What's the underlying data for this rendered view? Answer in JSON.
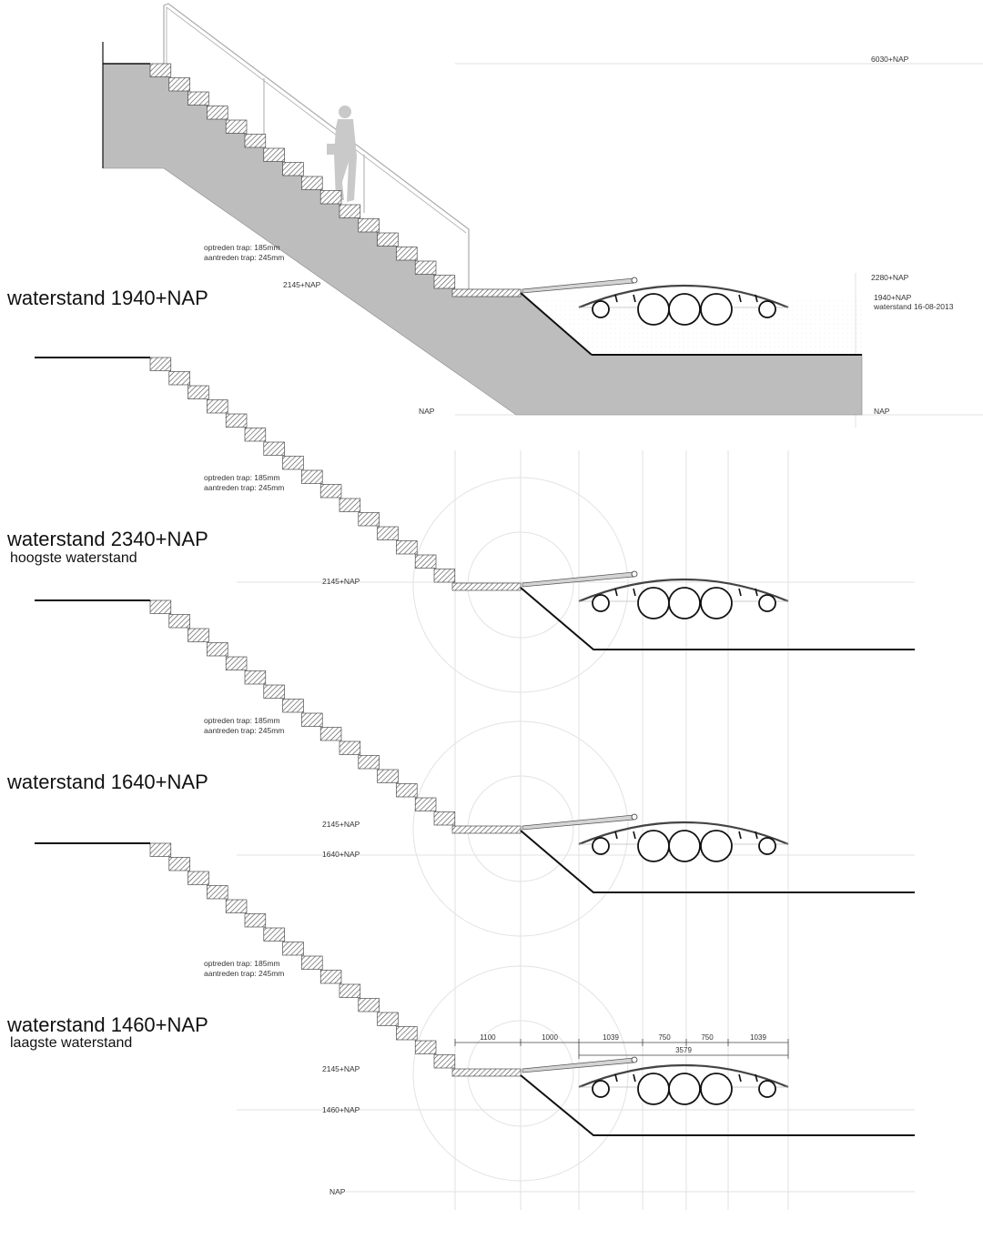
{
  "sections": [
    {
      "title": "waterstand 1940+NAP",
      "subtitle": "",
      "stair_note_1": "optreden trap: 185mm",
      "stair_note_2": "aantreden trap: 245mm",
      "levels": {
        "landing": "2145+NAP",
        "top": "6030+NAP",
        "deck": "2280+NAP",
        "water": "1940+NAP",
        "water_note": "waterstand 16-08-2013",
        "base_left": "NAP",
        "base_right": "NAP"
      }
    },
    {
      "title": "waterstand 2340+NAP",
      "subtitle": "hoogste waterstand",
      "stair_note_1": "optreden trap: 185mm",
      "stair_note_2": "aantreden trap: 245mm",
      "levels": {
        "landing": "2145+NAP"
      }
    },
    {
      "title": "waterstand 1640+NAP",
      "subtitle": "",
      "stair_note_1": "optreden trap: 185mm",
      "stair_note_2": "aantreden trap: 245mm",
      "levels": {
        "landing": "2145+NAP",
        "water": "1640+NAP"
      }
    },
    {
      "title": "waterstand 1460+NAP",
      "subtitle": "laagste waterstand",
      "stair_note_1": "optreden trap: 185mm",
      "stair_note_2": "aantreden trap: 245mm",
      "levels": {
        "landing": "2145+NAP",
        "water": "1460+NAP",
        "base": "NAP"
      },
      "dimensions": [
        "1100",
        "1000",
        "1039",
        "750",
        "750",
        "1039"
      ],
      "dimension_total": "3579"
    }
  ],
  "colors": {
    "concrete": "#bdbdbd",
    "line": "#111111",
    "hatch": "#555555",
    "guide": "#dddddd"
  }
}
